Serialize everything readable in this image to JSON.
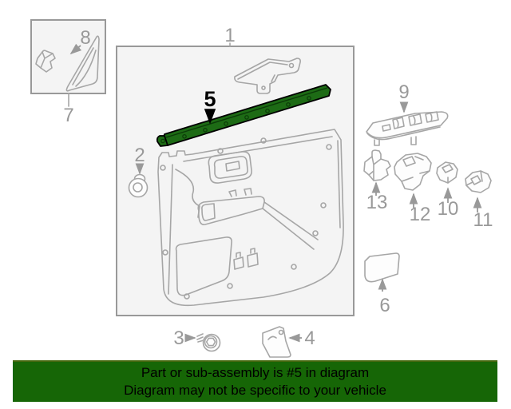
{
  "labels": {
    "p1": "1",
    "p2": "2",
    "p3": "3",
    "p4": "4",
    "p5": "5",
    "p6": "6",
    "p7": "7",
    "p8": "8",
    "p9": "9",
    "p10": "10",
    "p11": "11",
    "p12": "12",
    "p13": "13"
  },
  "banner": {
    "line1": "Part or sub-assembly is #5 in diagram",
    "line2": "Diagram may not be specific to your vehicle",
    "background": "#166606",
    "text_color": "#000000"
  },
  "colors": {
    "highlight_part": "#1d6b15",
    "diagram_lines": "#a6a6a6",
    "label_text": "#999999",
    "box_fill": "#f4f4f4",
    "box_border": "#999999"
  }
}
